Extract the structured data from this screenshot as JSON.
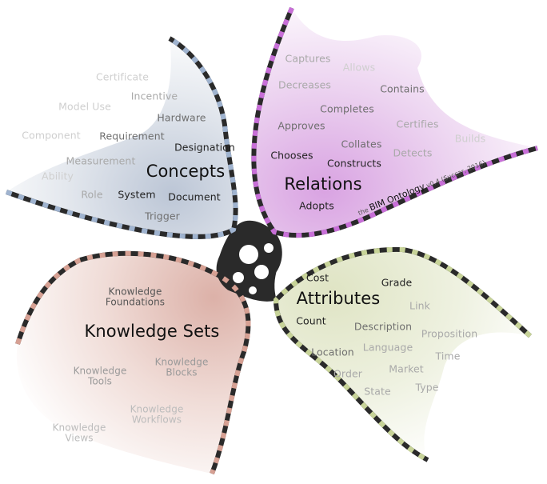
{
  "credit": {
    "prefix": "the",
    "name": "BIM Ontology",
    "suffix": "v0.4 (Succar, 2016)"
  },
  "colors": {
    "concepts": "#9fb3cf",
    "relations": "#c86fd8",
    "attributes": "#c7d398",
    "knowledge_sets": "#d6a093",
    "core": "#2a2a2a"
  },
  "concepts": {
    "title": "Concepts",
    "terms": [
      "Certificate",
      "Incentive",
      "Model Use",
      "Hardware",
      "Component",
      "Requirement",
      "Designation",
      "Measurement",
      "Ability",
      "Role",
      "System",
      "Document",
      "Trigger"
    ]
  },
  "relations": {
    "title": "Relations",
    "terms": [
      "Captures",
      "Allows",
      "Decreases",
      "Contains",
      "Completes",
      "Approves",
      "Certifies",
      "Builds",
      "Collates",
      "Chooses",
      "Constructs",
      "Detects",
      "Adopts"
    ]
  },
  "attributes": {
    "title": "Attributes",
    "terms": [
      "Cost",
      "Grade",
      "Link",
      "Count",
      "Description",
      "Proposition",
      "Location",
      "Language",
      "Time",
      "Order",
      "Market",
      "State",
      "Type"
    ]
  },
  "knowledge_sets": {
    "title": "Knowledge Sets",
    "terms": [
      "Knowledge Foundations",
      "Knowledge Blocks",
      "Knowledge Tools",
      "Knowledge Workflows",
      "Knowledge Views"
    ]
  }
}
